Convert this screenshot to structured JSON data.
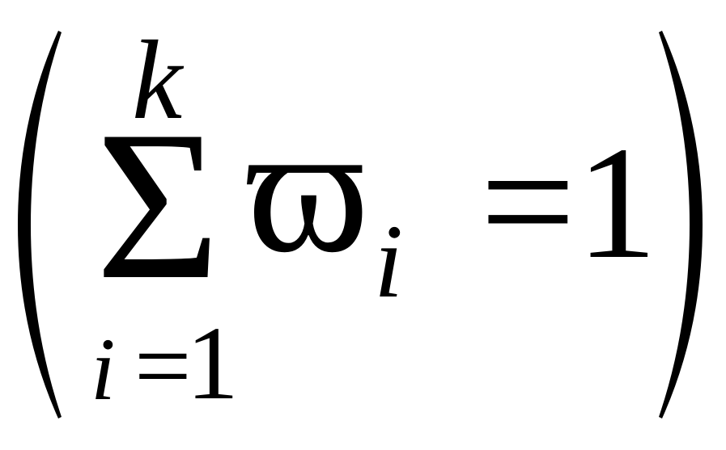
{
  "formula": {
    "sum_symbol": "Σ",
    "upper_limit": "k",
    "lower_index": "i",
    "lower_equals": "=",
    "lower_value": "1",
    "term": "ϖ",
    "term_subscript": "i",
    "equals": "=",
    "rhs": "1",
    "left_paren": "(",
    "right_paren": ")"
  }
}
